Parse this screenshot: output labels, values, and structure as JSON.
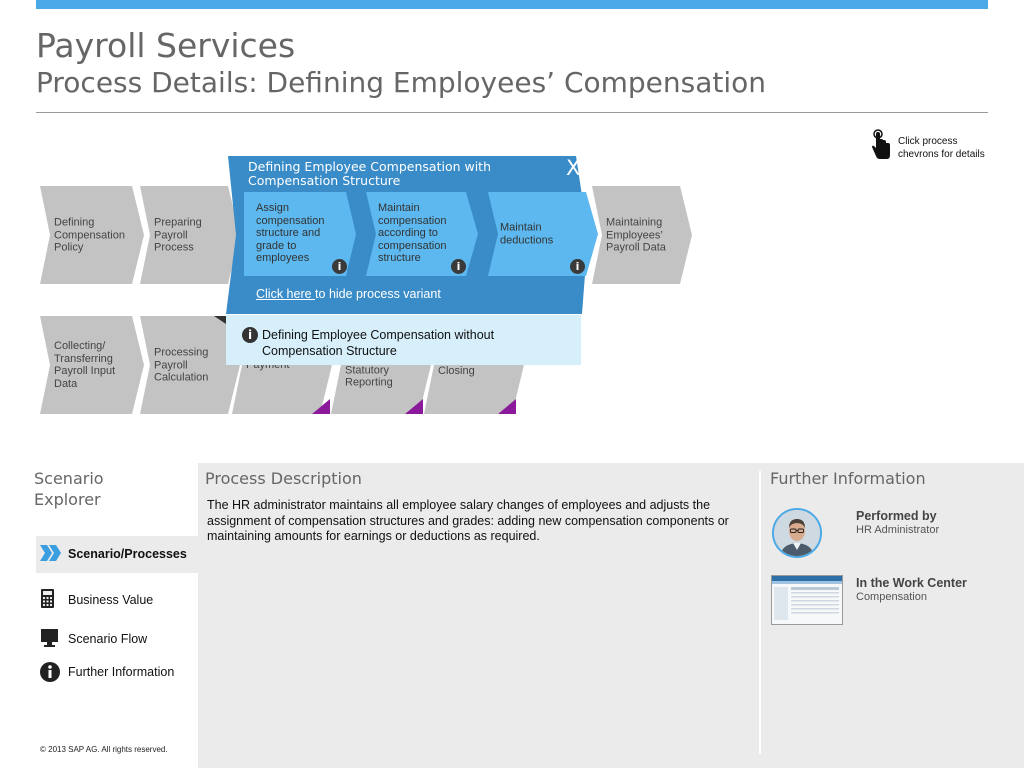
{
  "header": {
    "title": "Payroll Services",
    "subtitle": "Process Details: Defining Employees’ Compensation"
  },
  "hint": {
    "icon": "hand-pointer-icon",
    "text": "Click process\nchevrons for details"
  },
  "process_row_1": [
    {
      "label": "Defining\nCompensation\nPolicy"
    },
    {
      "label": "Preparing\nPayroll\nProcess"
    },
    {
      "label": "Maintaining\nEmployees’\nPayroll Data"
    }
  ],
  "process_row_2": [
    {
      "label": "Collecting/\nTransferring\nPayroll Input\nData"
    },
    {
      "label": "Processing\nPayroll\nCalculation"
    },
    {
      "label": "Payment"
    },
    {
      "label": "Statutory\nReporting"
    },
    {
      "label": "Closing"
    }
  ],
  "variant_panel": {
    "title": "Defining Employee Compensation with Compensation Structure",
    "close_label": "X",
    "steps": [
      {
        "label": "Assign\ncompensation\nstructure and\ngrade to\nemployees",
        "info": "i"
      },
      {
        "label": "Maintain\ncompensation\naccording to\ncompensation\nstructure",
        "info": "i"
      },
      {
        "label": "Maintain\ndeductions",
        "info": "i"
      }
    ],
    "hide_link": "Click here ",
    "hide_text": "to hide process variant"
  },
  "alt_variant": {
    "info": "i",
    "label": "Defining Employee Compensation without Compensation Structure"
  },
  "scenario_explorer": {
    "title": "Scenario\nExplorer",
    "items": [
      {
        "label": "Scenario/Processes",
        "icon": "double-chevron-icon",
        "active": true
      },
      {
        "label": "Business Value",
        "icon": "calculator-icon",
        "active": false
      },
      {
        "label": "Scenario Flow",
        "icon": "monitor-icon",
        "active": false
      },
      {
        "label": "Further Information",
        "icon": "info-icon",
        "active": false
      }
    ]
  },
  "process_description": {
    "title": "Process Description",
    "text": "The HR administrator maintains all employee salary changes of employees and adjusts the assignment of compensation structures and grades: adding new compensation components or maintaining amounts for earnings or deductions as required."
  },
  "further_information": {
    "title": "Further Information",
    "performed_by_label": "Performed by",
    "performed_by_value": "HR Administrator",
    "work_center_label": "In the Work Center",
    "work_center_value": "Compensation"
  },
  "footer": {
    "copyright": "©  2013 SAP AG. All rights reserved."
  },
  "colors": {
    "accent_bar": "#4aa9e6",
    "panel_blue": "#3a8cc8",
    "step_blue": "#5cb8ef",
    "chevron_grey": "#c3c3c3",
    "corner_purple": "#8b1a9a",
    "alt_variant_bg": "#d6effa"
  }
}
